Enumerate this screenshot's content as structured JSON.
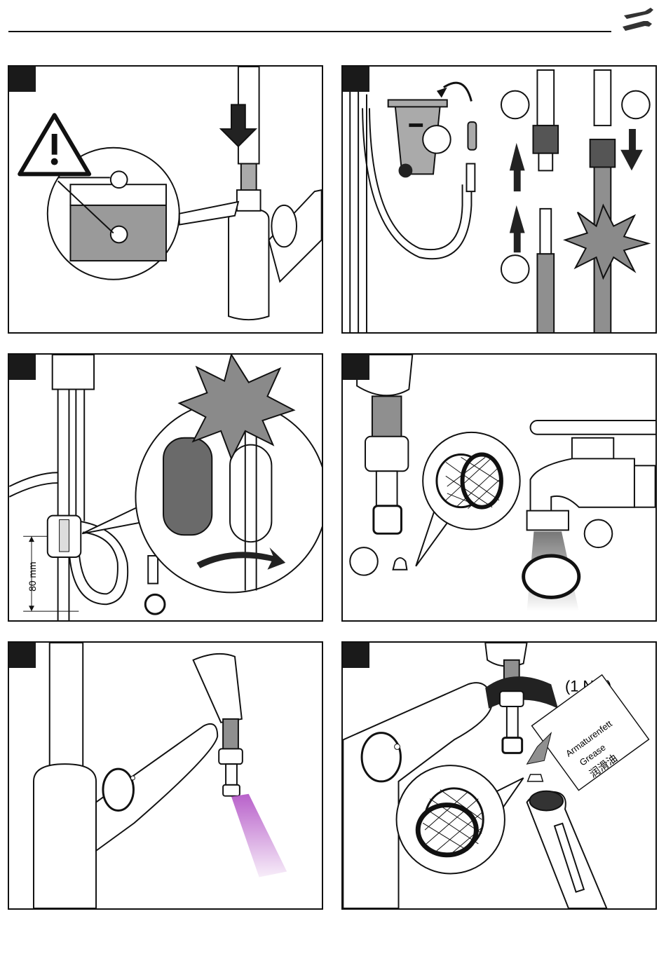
{
  "header": {
    "icon": "wrench-screwdriver-icon"
  },
  "panel3": {
    "dimension_label": "80 mm"
  },
  "panel6": {
    "torque_label": "(1 Nm)",
    "grease_label_de": "Armaturenfett",
    "grease_label_en": "Grease",
    "grease_label_zh": "润滑油"
  },
  "colors": {
    "line": "#111111",
    "part_gray": "#8f8f8f",
    "dark_gray": "#555555",
    "spray_purple": "#b04fc4"
  }
}
